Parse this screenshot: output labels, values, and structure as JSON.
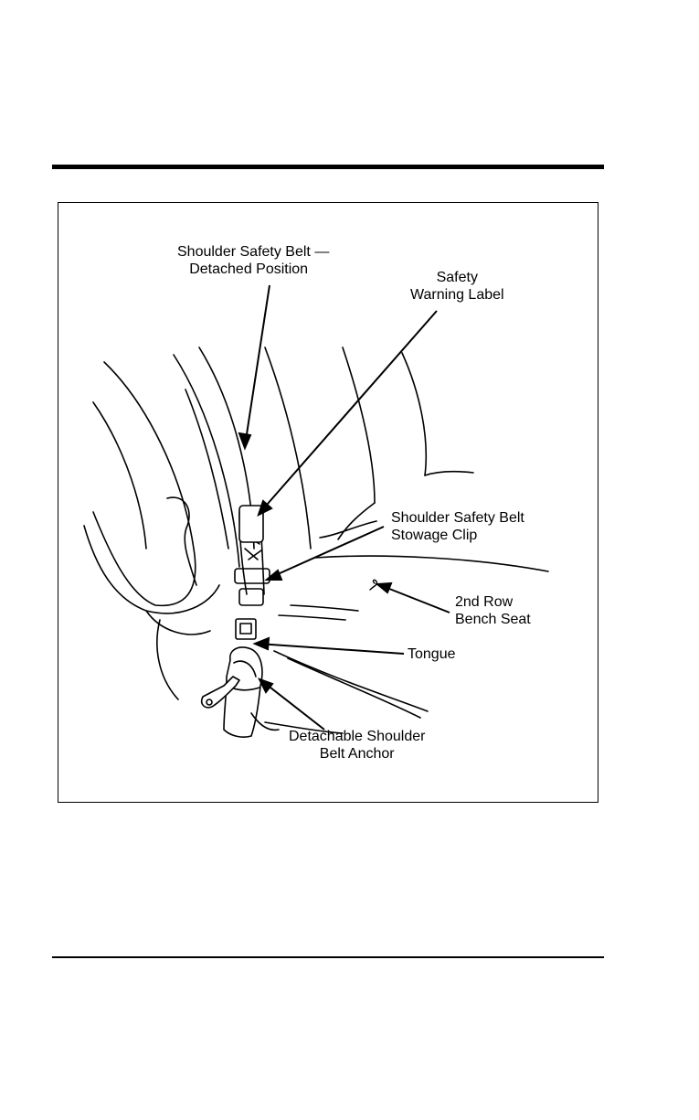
{
  "figure": {
    "labels": {
      "shoulder_belt_detached": {
        "line1": "Shoulder Safety Belt —",
        "line2": "Detached Position"
      },
      "safety_warning_label": {
        "line1": "Safety",
        "line2": "Warning Label"
      },
      "stowage_clip": {
        "line1": "Shoulder Safety Belt",
        "line2": "Stowage Clip"
      },
      "bench_seat": {
        "line1": "2nd Row",
        "line2": "Bench Seat"
      },
      "tongue": {
        "line1": "Tongue"
      },
      "detachable_anchor": {
        "line1": "Detachable Shoulder",
        "line2": "Belt Anchor"
      }
    }
  }
}
